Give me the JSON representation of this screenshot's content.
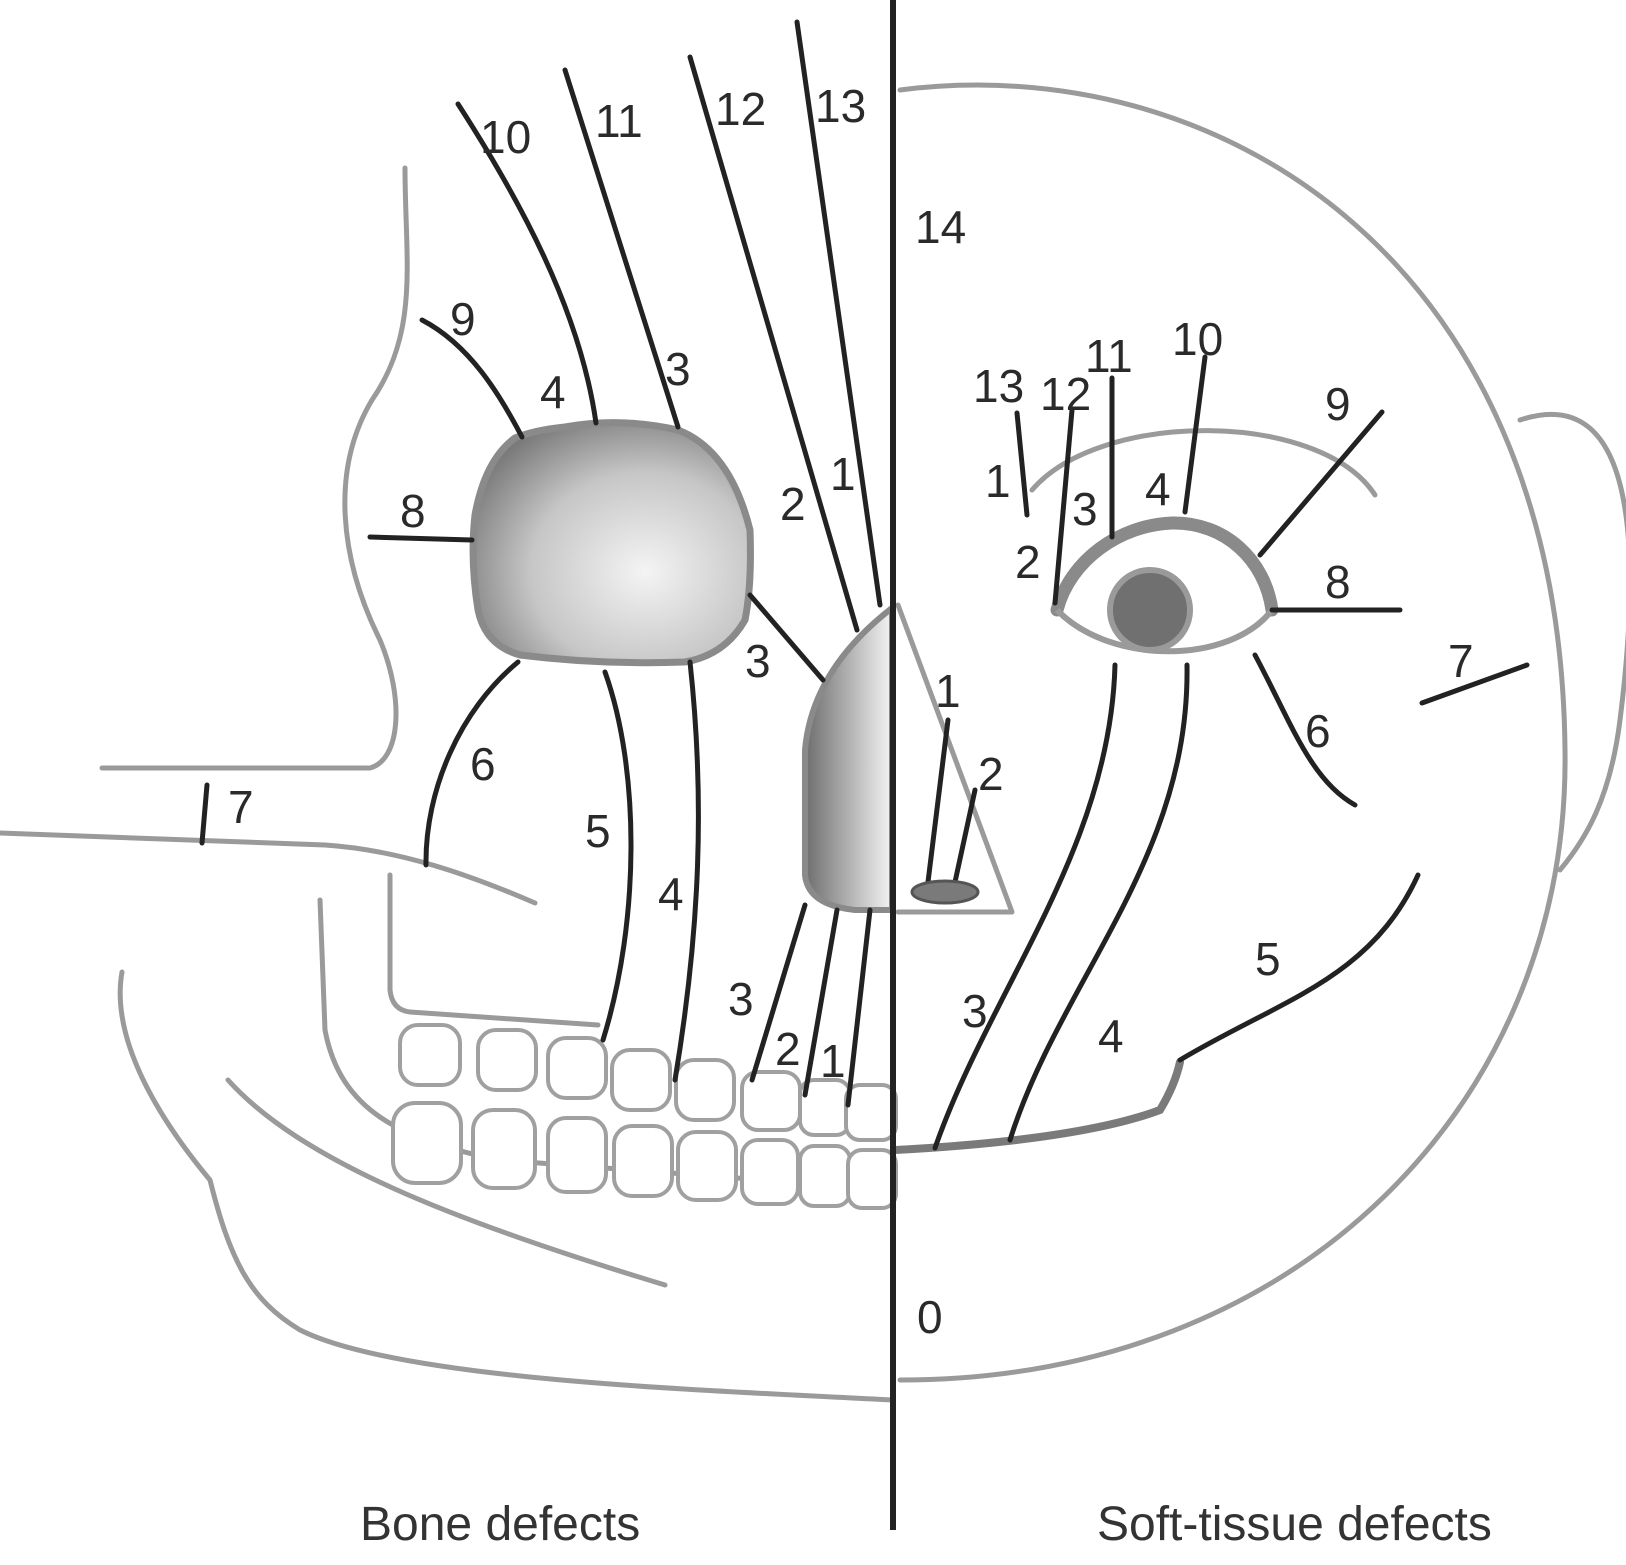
{
  "captions": {
    "left": "Bone defects",
    "right": "Soft-tissue defects"
  },
  "labels": {
    "bone": {
      "b1a": "1",
      "b1b": "1",
      "b2a": "2",
      "b2b": "2",
      "b3a": "3",
      "b3b": "3",
      "b3c": "3",
      "b4a": "4",
      "b4b": "4",
      "b5": "5",
      "b6": "6",
      "b7": "7",
      "b8": "8",
      "b9": "9",
      "b10": "10",
      "b11": "11",
      "b12": "12",
      "b13": "13"
    },
    "midline": {
      "m14": "14",
      "m0": "0"
    },
    "soft": {
      "s1a": "1",
      "s1b": "1",
      "s2a": "2",
      "s2b": "2",
      "s3a": "3",
      "s3b": "3",
      "s4a": "4",
      "s4b": "4",
      "s5": "5",
      "s6": "6",
      "s7": "7",
      "s8": "8",
      "s9": "9",
      "s10": "10",
      "s11": "11",
      "s12": "12",
      "s13": "13"
    }
  },
  "colors": {
    "outline": "#9a9a9a",
    "cleft_line": "#222222",
    "shading_dark": "#6e6e6e",
    "shading_light": "#f2f2f2"
  }
}
